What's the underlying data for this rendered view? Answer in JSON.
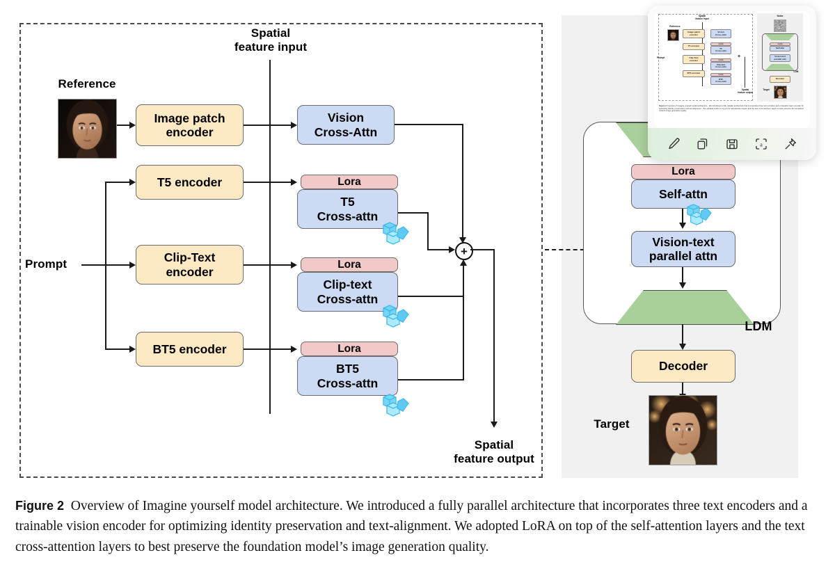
{
  "figure": {
    "labels": {
      "spatial_feature_input": "Spatial\nfeature input",
      "spatial_feature_output": "Spatial\nfeature output",
      "reference": "Reference",
      "prompt": "Prompt",
      "target": "Target",
      "ldm": "LDM",
      "noise": "Noise",
      "plus": "+"
    },
    "encoders": [
      {
        "id": "image-patch-encoder",
        "label": "Image patch\nencoder"
      },
      {
        "id": "t5-encoder",
        "label": "T5 encoder"
      },
      {
        "id": "clip-text-encoder",
        "label": "Clip-Text\nencoder"
      },
      {
        "id": "bt5-encoder",
        "label": "BT5 encoder"
      }
    ],
    "attention_blocks": [
      {
        "id": "vision-cross-attn",
        "label": "Vision\nCross-Attn",
        "lora": false,
        "frozen": false
      },
      {
        "id": "t5-cross-attn",
        "label": "T5\nCross-attn",
        "lora": true,
        "frozen": true
      },
      {
        "id": "clip-text-cross-attn",
        "label": "Clip-text\nCross-attn",
        "lora": true,
        "frozen": true
      },
      {
        "id": "bt5-cross-attn",
        "label": "BT5\nCross-attn",
        "lora": true,
        "frozen": true
      }
    ],
    "lora_label": "Lora",
    "ldm_blocks": [
      {
        "id": "self-attn",
        "label": "Self-attn",
        "lora": true,
        "frozen": true
      },
      {
        "id": "vision-text-parallel-attn",
        "label": "Vision-text\nparallel attn",
        "lora": false,
        "frozen": false
      }
    ],
    "decoder": {
      "id": "decoder",
      "label": "Decoder"
    },
    "colors": {
      "encoder_yellow": "#fdeac4",
      "attention_blue": "#ccdaf3",
      "lora_pink": "#f2c9c9",
      "unet_green": "#a9cf9b",
      "panel_gray": "#f1f1f1",
      "line_black": "#1a1a1a"
    }
  },
  "popup": {
    "tools": [
      {
        "id": "edit",
        "icon": "pen-icon",
        "label": "Edit"
      },
      {
        "id": "copy",
        "icon": "copy-icon",
        "label": "Copy"
      },
      {
        "id": "save",
        "icon": "save-icon",
        "label": "Save"
      },
      {
        "id": "extract-text",
        "icon": "text-extract-icon",
        "label": "Extract text"
      },
      {
        "id": "pin",
        "icon": "pin-icon",
        "label": "Pin"
      }
    ]
  },
  "caption": {
    "number": "Figure 2",
    "text": "Overview of Imagine yourself model architecture. We introduced a fully parallel architecture that incorporates three text encoders and a trainable vision encoder for optimizing identity preservation and text-alignment. We adopted LoRA on top of the self-attention layers and the text cross-attention layers to best preserve the foundation model’s image generation quality."
  }
}
